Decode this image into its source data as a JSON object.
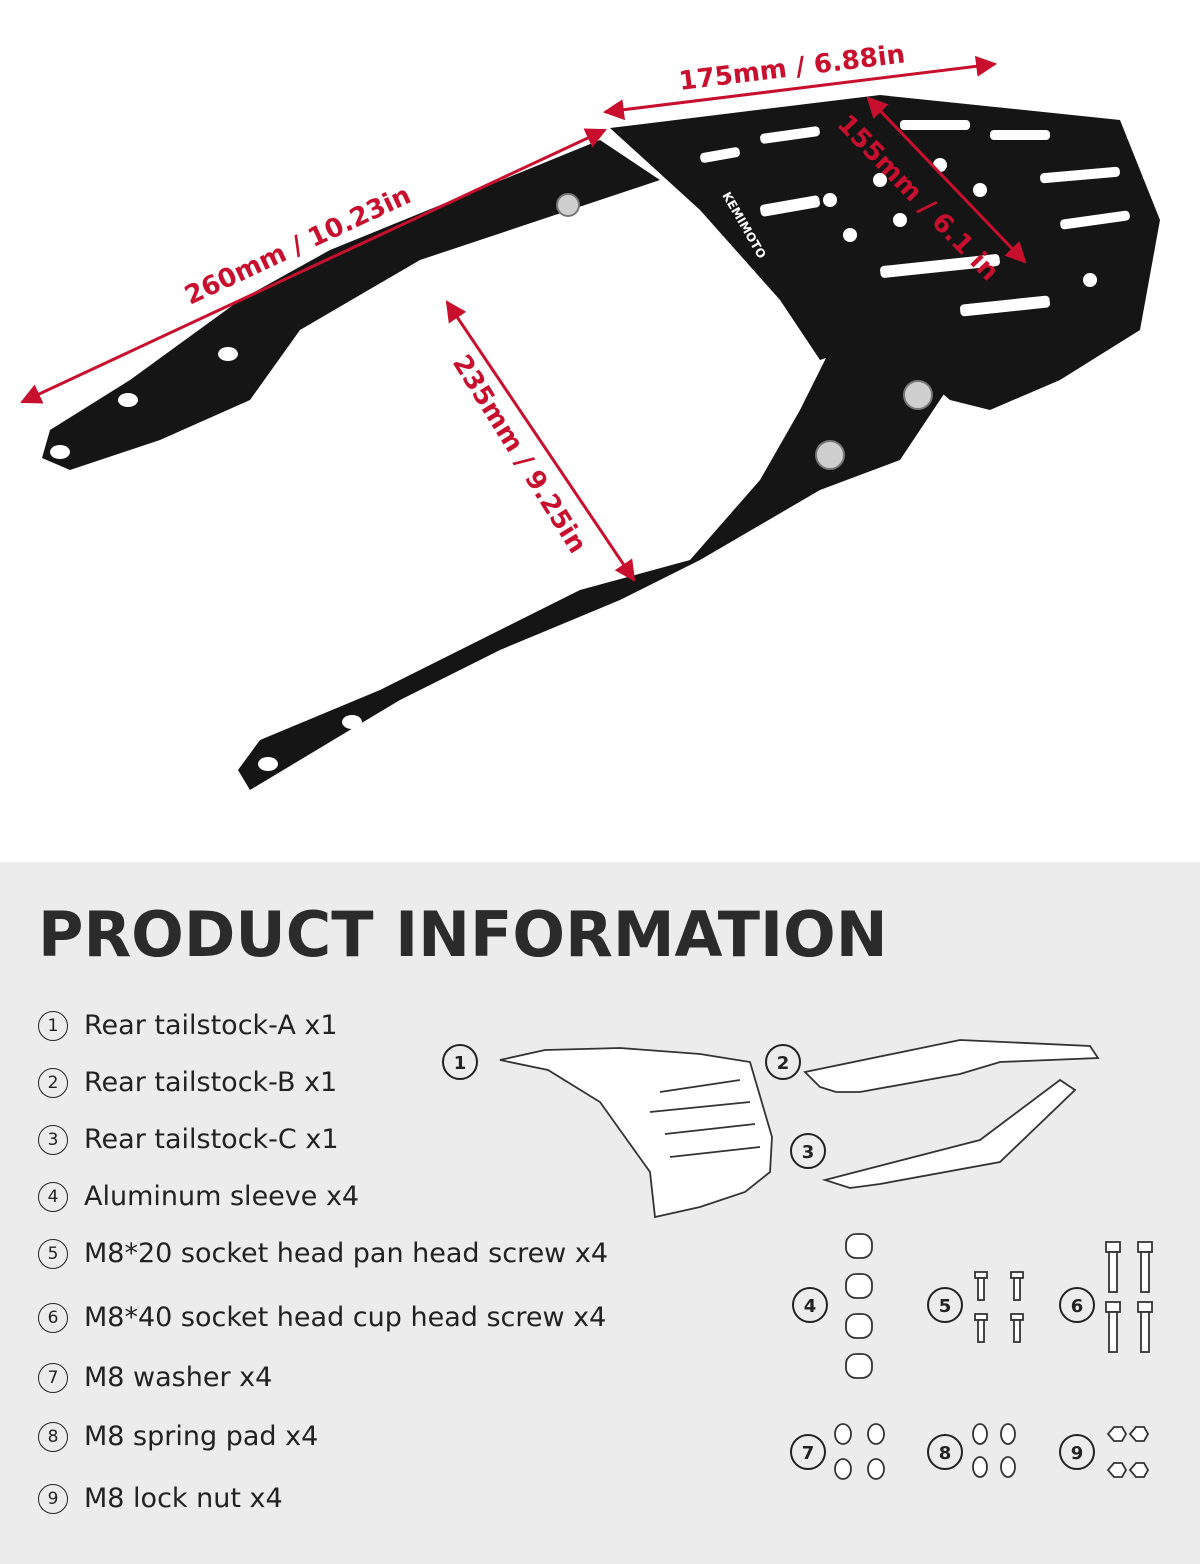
{
  "dimensions": {
    "width_top": "175mm / 6.88in",
    "length": "260mm / 10.23in",
    "depth": "155mm / 6.1 in",
    "span": "235mm / 9.25in"
  },
  "brand_mark": "KEMIMOTO",
  "colors": {
    "dimension": "#c8102e",
    "rack": "#111111",
    "panel_bg": "#ececec"
  },
  "info": {
    "title": "PRODUCT INFORMATION",
    "items": [
      {
        "num": "1",
        "label": "Rear tailstock-A x1"
      },
      {
        "num": "2",
        "label": "Rear tailstock-B x1"
      },
      {
        "num": "3",
        "label": "Rear tailstock-C x1"
      },
      {
        "num": "4",
        "label": "Aluminum sleeve x4"
      },
      {
        "num": "5",
        "label": "M8*20 socket head pan head screw x4"
      },
      {
        "num": "6",
        "label": "M8*40 socket head cup head screw x4"
      },
      {
        "num": "7",
        "label": "M8 washer x4"
      },
      {
        "num": "8",
        "label": "M8 spring pad x4"
      },
      {
        "num": "9",
        "label": "M8 lock nut x4"
      }
    ]
  }
}
